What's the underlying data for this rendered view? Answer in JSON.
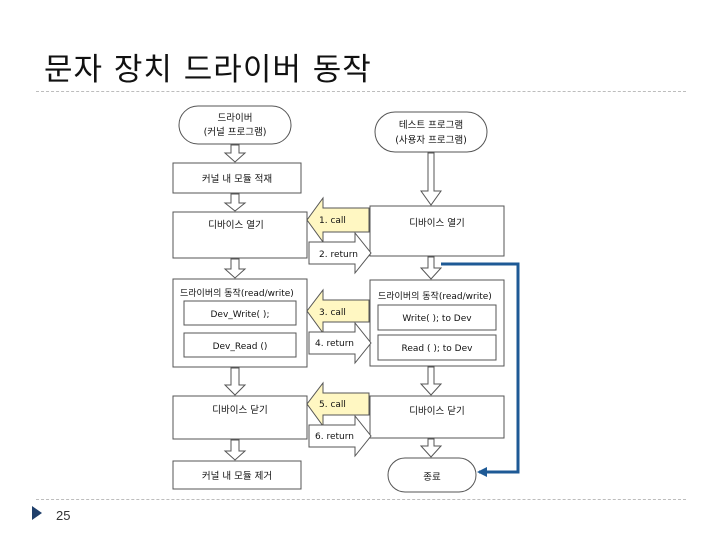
{
  "slide": {
    "title": "문자 장치 드라이버 동작",
    "page_number": "25"
  },
  "diagram": {
    "driver_header": {
      "line1": "드라이버",
      "line2": "(커널 프로그램)"
    },
    "test_header": {
      "line1": "테스트 프로그램",
      "line2": "(사용자 프로그램)"
    },
    "left_boxes": {
      "load_module": "커널 내 모듈 적재",
      "open": "디바이스 열기",
      "ops_title": "드라이버의 동작(read/write)",
      "dev_write": "Dev_Write( );",
      "dev_read": "Dev_Read ()",
      "close": "디바이스 닫기",
      "remove_module": "커널 내 모듈 제거"
    },
    "right_boxes": {
      "open": "디바이스 열기",
      "ops_title": "드라이버의 동작(read/write)",
      "write": "Write( ); to Dev",
      "read": "Read ( ); to Dev",
      "close": "디바이스 닫기",
      "end": "종료"
    },
    "arrows": {
      "call1": "1. call",
      "return2": "2. return",
      "call3": "3. call",
      "return4": "4. return",
      "call5": "5. call",
      "return6": "6. return"
    }
  },
  "colors": {
    "call_fill": "#fff7c2",
    "return_fill": "#ffffff",
    "loop_arrow": "#1e5a96",
    "box_stroke": "#555555"
  }
}
